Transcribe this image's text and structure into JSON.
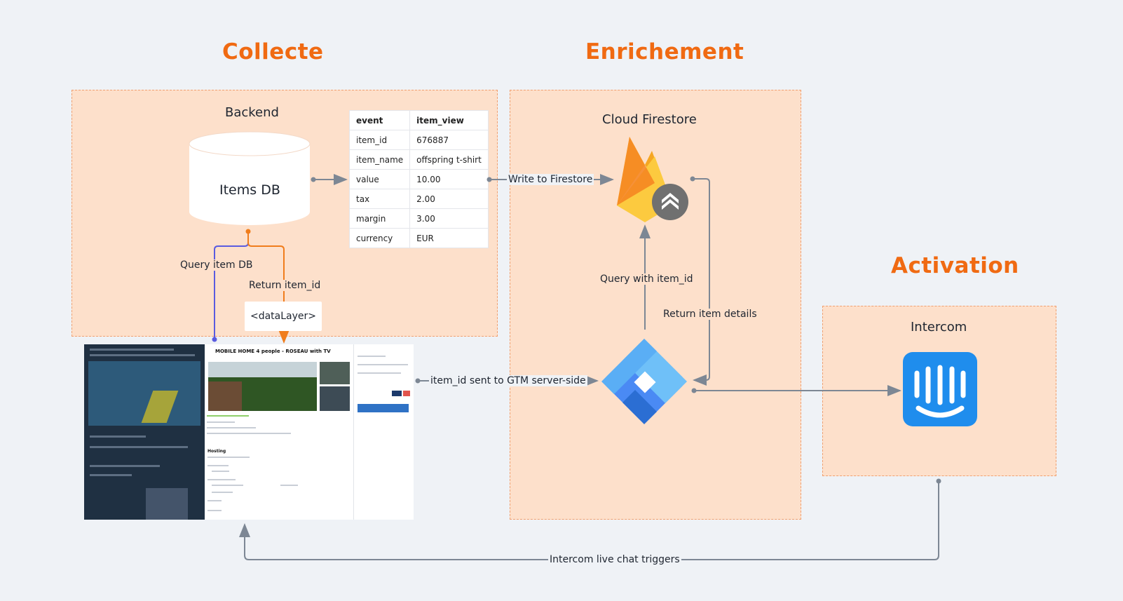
{
  "sections": {
    "collecte": "Collecte",
    "enrichement": "Enrichement",
    "activation": "Activation"
  },
  "backend": {
    "title": "Backend",
    "db_label": "Items DB",
    "query_label": "Query item DB",
    "return_label": "Return item_id",
    "datalayer_label": "<dataLayer>"
  },
  "event_table": {
    "rows": [
      [
        "event",
        "item_view"
      ],
      [
        "item_id",
        "676887"
      ],
      [
        "item_name",
        "offspring t-shirt"
      ],
      [
        "value",
        "10.00"
      ],
      [
        "tax",
        "2.00"
      ],
      [
        "margin",
        "3.00"
      ],
      [
        "currency",
        "EUR"
      ]
    ]
  },
  "enrichment": {
    "title": "Cloud Firestore",
    "write_label": "Write to Firestore",
    "query_label": "Query with item_id",
    "return_label": "Return item details",
    "gtm_label": "item_id sent to GTM server-side"
  },
  "activation": {
    "title": "Intercom",
    "trigger_label": "Intercom live chat triggers"
  },
  "product_page": {
    "title": "MOBILE HOME 4 people - ROSEAU with TV",
    "section_heading": "Hosting"
  },
  "colors": {
    "accent": "#f06a12",
    "zone_fill": "#fde0cb",
    "query_line": "#5a5ce0",
    "return_line": "#f07d1c",
    "connector": "#7d8794",
    "firebase_yellow": "#fcca3f",
    "firebase_orange": "#f58220",
    "gtm_blue": "#4285f4",
    "intercom_blue": "#1f8ded"
  },
  "icons": {
    "database": "cylinder-icon",
    "firestore": "firebase-icon",
    "gtm": "google-tag-manager-icon",
    "intercom": "intercom-icon"
  }
}
